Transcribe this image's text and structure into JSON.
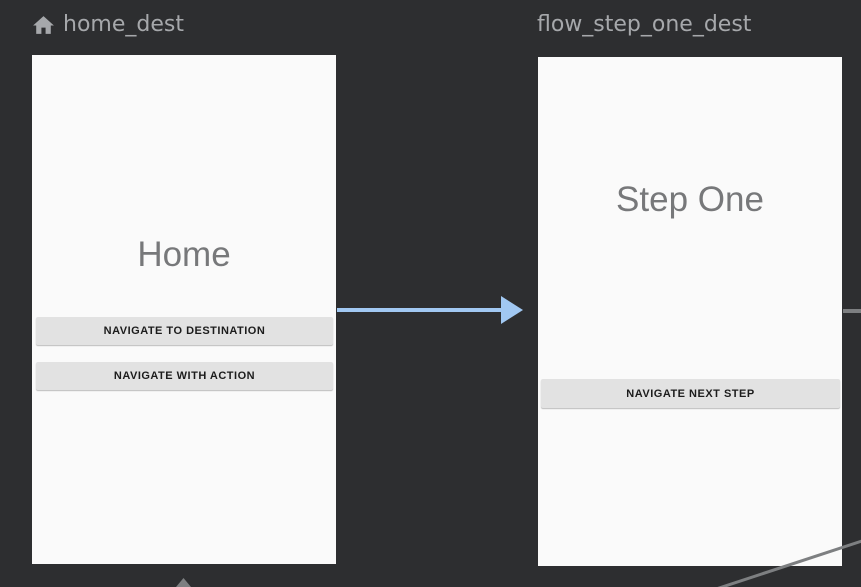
{
  "canvas": {
    "colors": {
      "background": "#2d2e30",
      "card": "#fafafa",
      "label": "#a6a8ab",
      "title": "#77787a",
      "button-bg": "#e2e2e2",
      "button-text": "#1c1c1c",
      "arrow": "#a1c8f2",
      "edge": "#7d7f81"
    }
  },
  "destinations": [
    {
      "label": "home_dest",
      "is_start_destination": true,
      "screen": {
        "title": "Home",
        "buttons": [
          "NAVIGATE TO DESTINATION",
          "NAVIGATE WITH ACTION"
        ]
      }
    },
    {
      "label": "flow_step_one_dest",
      "is_start_destination": false,
      "screen": {
        "title": "Step One",
        "buttons": [
          "NAVIGATE NEXT STEP"
        ]
      }
    }
  ],
  "edges": [
    {
      "from": "home_dest",
      "to": "flow_step_one_dest",
      "style": "highlighted",
      "color": "#a1c8f2"
    },
    {
      "from": "flow_step_one_dest",
      "to": "offscreen-right",
      "style": "partial",
      "color": "#7d7f81"
    },
    {
      "from": "offscreen-bottom-right",
      "to": "offscreen",
      "style": "partial-diagonal",
      "color": "#7d7f81"
    },
    {
      "from": "offscreen-bottom",
      "to": "home_dest",
      "style": "partial-arrowhead",
      "color": "#7d7f81"
    }
  ]
}
